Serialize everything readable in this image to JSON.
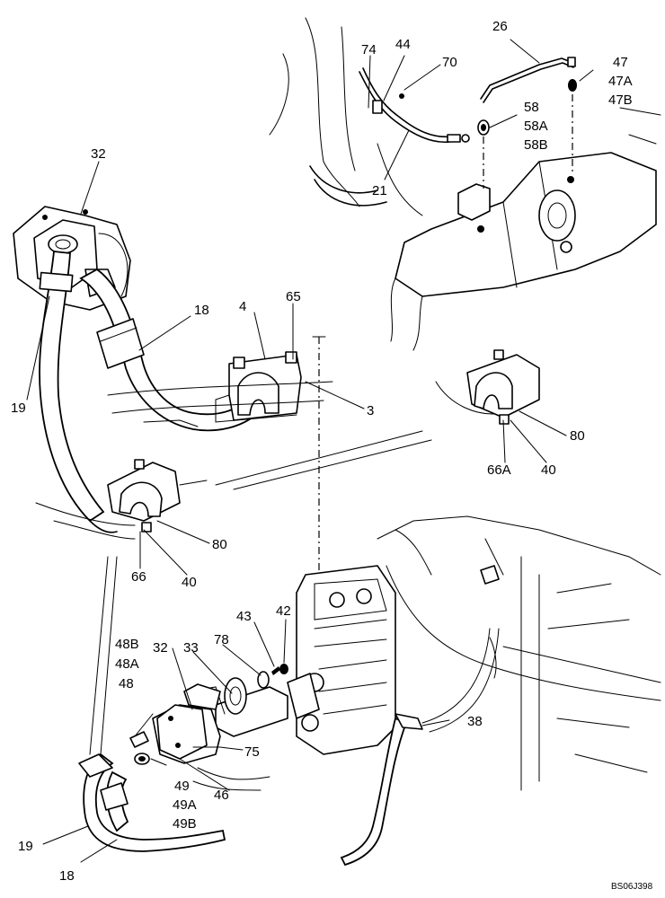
{
  "labels": {
    "l26": "26",
    "l74": "74",
    "l44": "44",
    "l70": "70",
    "l47": "47",
    "l47A": "47A",
    "l47B": "47B",
    "l58": "58",
    "l58A": "58A",
    "l58B": "58B",
    "l21": "21",
    "l32top": "32",
    "l18top": "18",
    "l4": "4",
    "l65": "65",
    "l3": "3",
    "l19top": "19",
    "l80right": "80",
    "l66A": "66A",
    "l40right": "40",
    "l80left": "80",
    "l66": "66",
    "l40left": "40",
    "l43": "43",
    "l42": "42",
    "l48B": "48B",
    "l48A": "48A",
    "l48": "48",
    "l32bot": "32",
    "l33": "33",
    "l78": "78",
    "l75": "75",
    "l49": "49",
    "l49A": "49A",
    "l49B": "49B",
    "l46": "46",
    "l38": "38",
    "l19bot": "19",
    "l18bot": "18"
  },
  "reference_code": "BS06J398"
}
